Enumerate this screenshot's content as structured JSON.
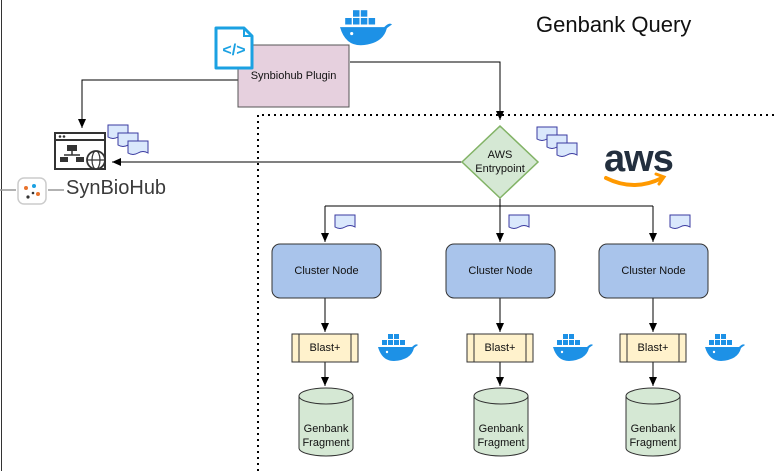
{
  "title": "Genbank Query",
  "plugin": {
    "label": "Synbiohub Plugin"
  },
  "entrypoint": {
    "line1": "AWS",
    "line2": "Entrypoint"
  },
  "synbiohub": {
    "logo_text": "SynBioHub"
  },
  "aws": {
    "logo_text": "aws"
  },
  "columns": [
    {
      "node": "Cluster Node",
      "tool": "Blast+",
      "db_line1": "Genbank",
      "db_line2": "Fragment"
    },
    {
      "node": "Cluster Node",
      "tool": "Blast+",
      "db_line1": "Genbank",
      "db_line2": "Fragment"
    },
    {
      "node": "Cluster Node",
      "tool": "Blast+",
      "db_line1": "Genbank",
      "db_line2": "Fragment"
    }
  ],
  "colors": {
    "plugin_fill": "#e6d0de",
    "node_fill": "#a9c4eb",
    "node_stroke": "#6c8ebf",
    "diamond_fill": "#d5e8d4",
    "diamond_stroke": "#82b366",
    "tool_fill": "#fff2cc",
    "tool_stroke": "#d6b656",
    "db_fill": "#d5e8d4",
    "doc_fill": "#dae8fc",
    "doc_stroke": "#3a3aa0",
    "docker_blue": "#1d91e6",
    "code_icon": "#1ba1e2",
    "aws_orange": "#ff9900"
  },
  "icons": [
    "docker-icon",
    "code-file-icon",
    "web-app-icon",
    "document-stack-icon",
    "aws-logo",
    "synbiohub-logo"
  ]
}
